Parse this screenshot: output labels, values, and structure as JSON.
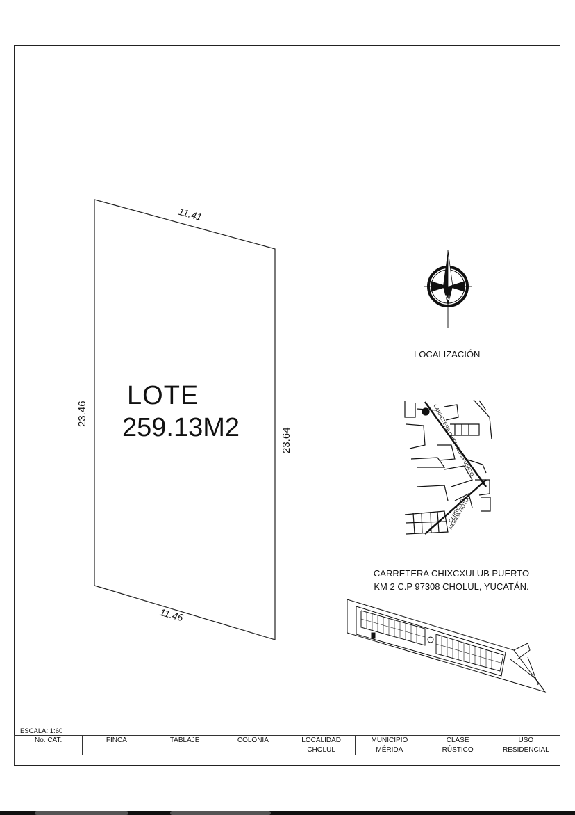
{
  "lot": {
    "title": "LOTE",
    "area": "259.13M2",
    "dims": {
      "top": "11.41",
      "bottom": "11.46",
      "left": "23.46",
      "right": "23.64"
    }
  },
  "location": {
    "label": "LOCALIZACIÓN",
    "address_line1": "CARRETERA CHIXCXULUB PUERTO",
    "address_line2": "KM 2 C.P 97308 CHOLUL, YUCATÁN.",
    "road_label_1": "CARRETERA CHICXULUB PUERTO",
    "road_label_2": "CARRETERA",
    "road_label_3": "MÉRIDA-MOTUL",
    "north_letter": "N"
  },
  "titleblock": {
    "scale": "ESCALA: 1:60",
    "headers": [
      "No. CAT.",
      "FINCA",
      "TABLAJE",
      "COLONIA",
      "LOCALIDAD",
      "MUNICIPIO",
      "CLASE",
      "USO"
    ],
    "values": [
      "",
      "",
      "",
      "",
      "CHOLUL",
      "MÉRIDA",
      "RÚSTICO",
      "RESIDENCIAL"
    ]
  }
}
